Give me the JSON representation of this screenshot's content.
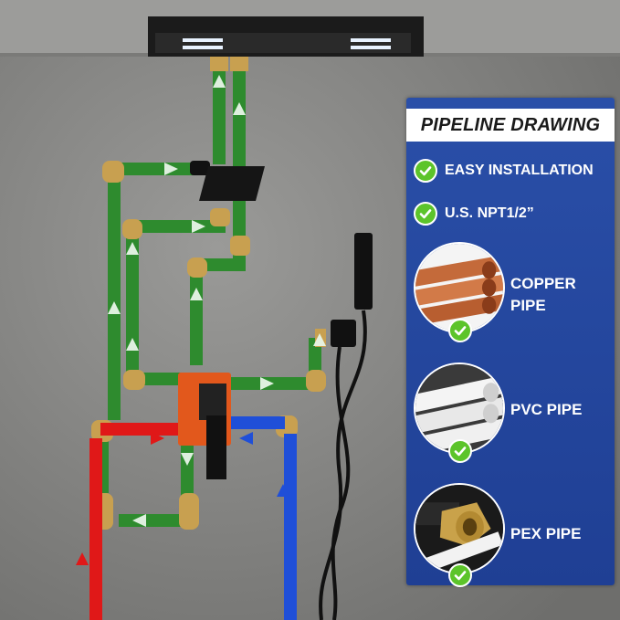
{
  "panel": {
    "title": "PIPELINE DRAWING",
    "features": [
      {
        "label": "EASY INSTALLATION",
        "icon": "check-icon"
      },
      {
        "label": "U.S. NPT1/2”",
        "icon": "check-icon"
      }
    ],
    "pipes": [
      {
        "line1": "COPPER",
        "line2": "PIPE",
        "icon": "copper-pipe-image"
      },
      {
        "line1": "PVC PIPE",
        "line2": "",
        "icon": "pvc-pipe-image"
      },
      {
        "line1": "PEX PIPE",
        "line2": "",
        "icon": "pex-pipe-image"
      }
    ]
  },
  "colors": {
    "panel_blue": "#1f3f94",
    "check_green": "#5cc42a",
    "pipe_green": "#2e8b2e",
    "hot_red": "#e01818",
    "cold_blue": "#1f4fd8",
    "brass": "#c8a050"
  }
}
